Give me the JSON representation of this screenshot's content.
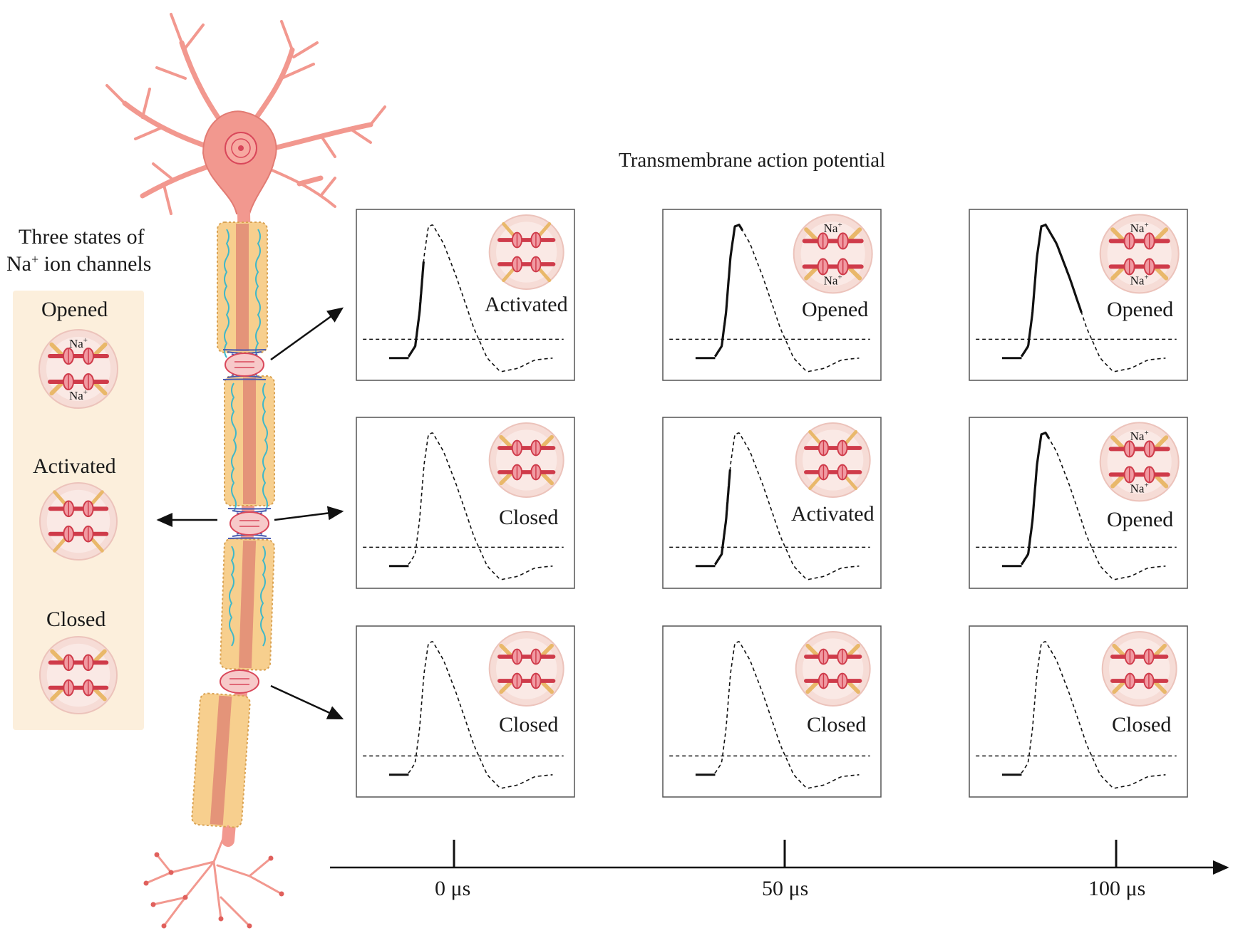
{
  "title": "Transmembrane action potential",
  "legend": {
    "heading_line1": "Three states of",
    "heading_line2_prefix": "Na",
    "heading_line2_sup": "+",
    "heading_line2_suffix": " ion channels",
    "states": [
      {
        "label": "Opened",
        "kind": "opened"
      },
      {
        "label": "Activated",
        "kind": "activated"
      },
      {
        "label": "Closed",
        "kind": "closed"
      }
    ]
  },
  "ion_label": "Na",
  "ion_sup": "+",
  "grid": [
    [
      {
        "label": "Activated",
        "state": "activated",
        "solid": 0.28
      },
      {
        "label": "Opened",
        "state": "opened",
        "solid": 0.45
      },
      {
        "label": "Opened",
        "state": "opened",
        "solid": 0.62
      }
    ],
    [
      {
        "label": "Closed",
        "state": "closed",
        "solid": 0.0
      },
      {
        "label": "Activated",
        "state": "activated",
        "solid": 0.28
      },
      {
        "label": "Opened",
        "state": "opened",
        "solid": 0.45
      }
    ],
    [
      {
        "label": "Closed",
        "state": "closed",
        "solid": 0.0
      },
      {
        "label": "Closed",
        "state": "closed",
        "solid": 0.0
      },
      {
        "label": "Closed",
        "state": "closed",
        "solid": 0.0
      }
    ]
  ],
  "time_axis": {
    "ticks": [
      "0 μs",
      "50 μs",
      "100 μs"
    ]
  },
  "colors": {
    "neuron": "#f2988f",
    "neuron_edge": "#e27b73",
    "myelin": "#f7cf8e",
    "myelin_edge": "#d9a253",
    "axon_core": "#e08a76",
    "current": "#3fb8c9",
    "field_lines": "#4a5bb0",
    "channel_bar": "#cf3b4a",
    "channel_halo": "#f6dcd6",
    "channel_arm": "#e9b86a",
    "legend_bg": "#fcefdc"
  }
}
